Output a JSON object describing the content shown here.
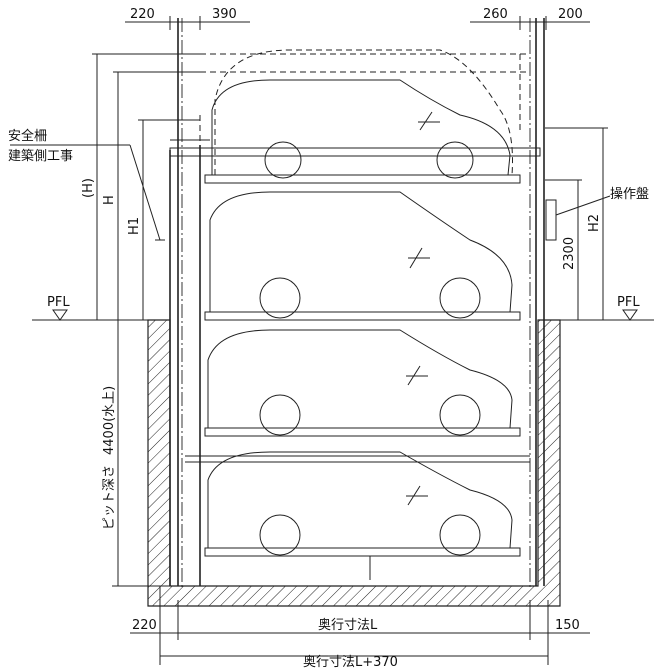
{
  "dimensions": {
    "top_left_a": "220",
    "top_left_b": "390",
    "top_right_a": "260",
    "top_right_b": "200",
    "bottom_left": "220",
    "bottom_right": "150",
    "depth_L": "奥行寸法L",
    "depth_L_plus": "奥行寸法L+370"
  },
  "labels": {
    "safety_fence": "安全柵",
    "building_work": "建築側工事",
    "H_paren": "(H)",
    "H": "H",
    "H1": "H1",
    "H2": "H2",
    "h2300": "2300",
    "control_panel": "操作盤",
    "pfl_left": "PFL",
    "pfl_right": "PFL",
    "pit_depth": "ピット深さ",
    "pit_value": "4400(水上)"
  },
  "colors": {
    "line": "#222222",
    "hatch": "#222222",
    "background": "#ffffff"
  }
}
